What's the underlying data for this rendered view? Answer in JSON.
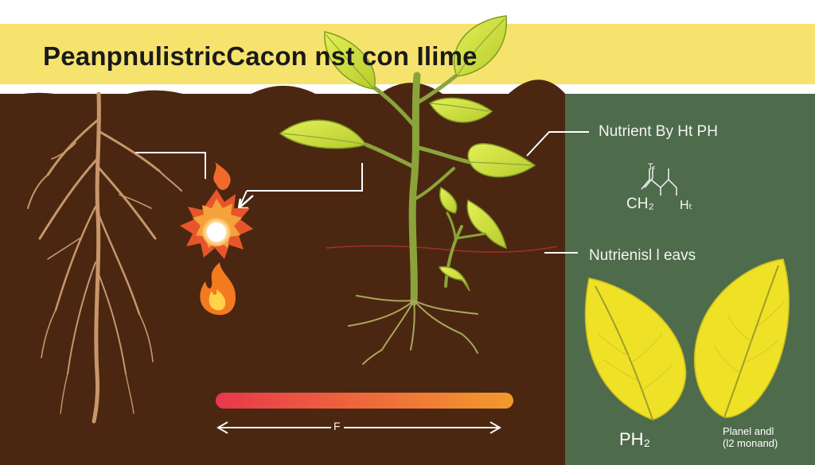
{
  "title": "PeanpnulistricCacon  nst  con Ilime",
  "labels": {
    "nutrient_by_ph": "Nutrient By Ht PH",
    "nutrient_leaves": "Nutrienisl l eavs",
    "formula_ch2": "CH₂",
    "formula_h": "Hₜ",
    "formula_superscript": "Tₜ",
    "ph_label": "PH₂",
    "planed_line1": "Planel andl",
    "planed_line2": "(l2 monand)",
    "scale_marker": "F"
  },
  "colors": {
    "title_band": "#f6e36d",
    "soil": "#4b2712",
    "panel": "#4e6b4c",
    "leaf": "#d6e43e",
    "yellow_leaf": "#efe126",
    "root": "#c8966a",
    "gradient_start": "#e8384b",
    "gradient_end": "#f39a2c"
  },
  "icons": [
    "fire-icon",
    "sun-burst-icon",
    "flame-icon",
    "root-system-icon",
    "plant-icon",
    "molecule-icon",
    "arrow-icon"
  ]
}
